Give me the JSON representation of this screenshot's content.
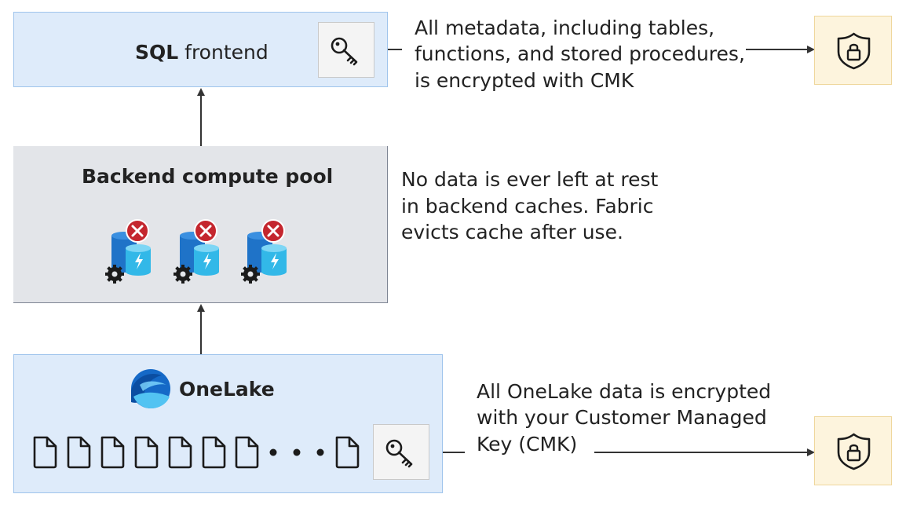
{
  "sql_frontend": {
    "title_bold": "SQL",
    "title_rest": "frontend",
    "note_lines": [
      "All metadata, including tables,",
      "functions, and stored procedures,",
      "is encrypted with CMK"
    ]
  },
  "backend": {
    "title": "Backend compute pool",
    "note_lines": [
      "No data is ever left at rest",
      "in backend caches. Fabric",
      "evicts cache after use."
    ]
  },
  "onelake": {
    "title": "OneLake",
    "note_lines": [
      "All OneLake data is encrypted",
      "with your Customer Managed",
      "Key (CMK)"
    ]
  },
  "colors": {
    "blue_fill": "#deebfa",
    "blue_border": "#9fc4ec",
    "grey_fill": "#e3e5e9",
    "lock_fill": "#fdf4dd",
    "cache_blue": "#2b9ee0",
    "error_red": "#c4262e"
  },
  "icons": [
    "key-icon",
    "shield-lock-icon",
    "cache-error-icon",
    "gear-icon",
    "onelake-logo",
    "file-icon",
    "ellipsis-dots"
  ]
}
